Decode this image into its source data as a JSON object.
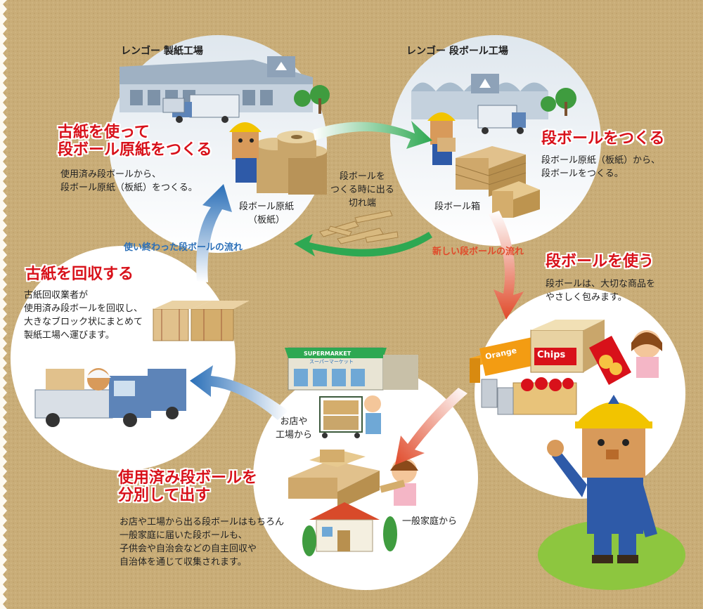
{
  "facilities": {
    "paper_mill": "レンゴー 製紙工場",
    "box_factory": "レンゴー 段ボール工場"
  },
  "steps": [
    {
      "heading": "古紙を使って\n段ボール原紙をつくる",
      "desc": "使用済み段ボールから、\n段ボール原紙（板紙）をつくる。"
    },
    {
      "heading": "段ボールをつくる",
      "desc": "段ボール原紙（板紙）から、\n段ボールをつくる。"
    },
    {
      "heading": "段ボールを使う",
      "desc": "段ボールは、大切な商品を\nやさしく包みます。"
    },
    {
      "heading": "使用済み段ボールを\n分別して出す",
      "desc": "お店や工場から出る段ボールはもちろん\n一般家庭に届いた段ボールも、\n子供会や自治会などの自主回収や\n自治体を通じて収集されます。"
    },
    {
      "heading": "古紙を回収する",
      "desc": "古紙回収業者が\n使用済み段ボールを回収し、\n大きなブロック状にまとめて\n製紙工場へ運びます。"
    }
  ],
  "labels": {
    "liner_board": "段ボール原紙\n（板紙）",
    "offcuts": "段ボールを\nつくる時に出る\n切れ端",
    "carton": "段ボール箱",
    "from_shops": "お店や\n工場から",
    "from_homes": "一般家庭から",
    "supermarket_sign": "SUPERMARKET",
    "supermarket_sub": "スーパーマーケット",
    "product_chips": "Chips",
    "product_orange": "Orange"
  },
  "flows": {
    "used_flow": "使い終わった段ボールの流れ",
    "new_flow": "新しい段ボールの流れ"
  },
  "colors": {
    "heading": "#d8111a",
    "used_flow": "#2a6fb8",
    "new_flow": "#e04a2a",
    "green_flow": "#2ea852",
    "background": "#c9ad78"
  }
}
